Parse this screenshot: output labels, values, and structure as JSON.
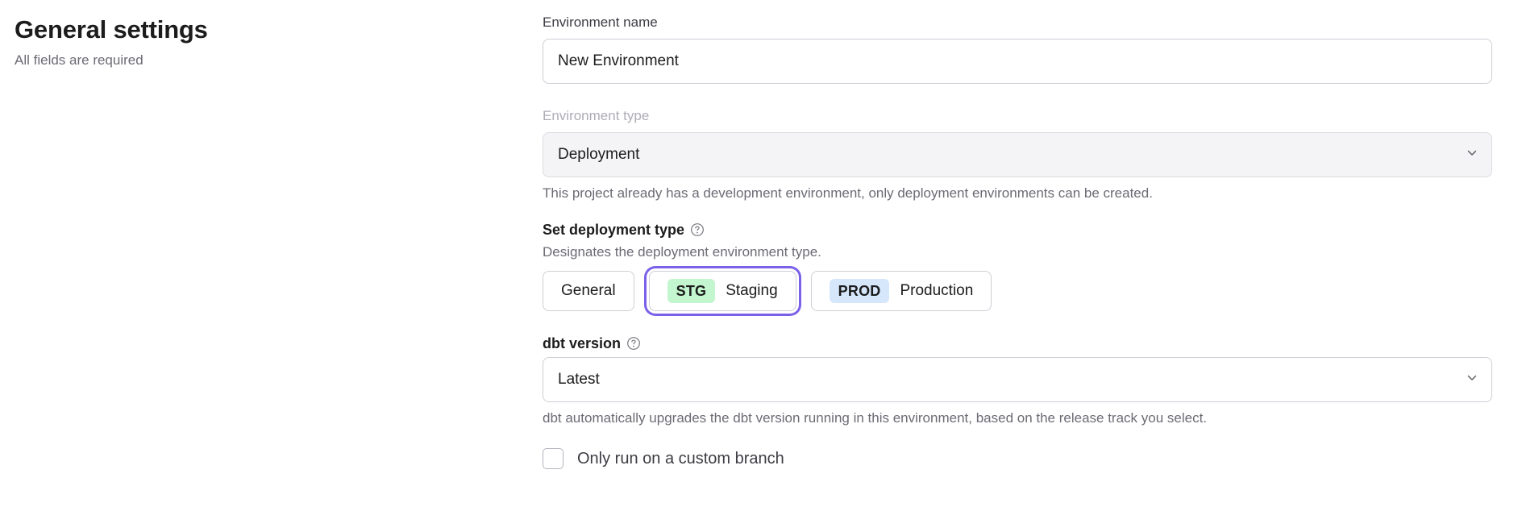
{
  "header": {
    "title": "General settings",
    "subtitle": "All fields are required"
  },
  "form": {
    "environment_name": {
      "label": "Environment name",
      "value": "New Environment",
      "placeholder": "Environment name"
    },
    "environment_type": {
      "label": "Environment type",
      "value": "Deployment",
      "disabled_note": "This project already has a development environment, only deployment environments can be created.",
      "chevron_icon": "chevron-down-icon"
    },
    "deployment_type": {
      "label": "Set deployment type",
      "help_icon": "help-circle-icon",
      "description": "Designates the deployment environment type.",
      "options": [
        {
          "badge": "",
          "label": "General",
          "selected": false
        },
        {
          "badge": "STG",
          "label": "Staging",
          "selected": true,
          "badge_color": "#c3f5ce"
        },
        {
          "badge": "PROD",
          "label": "Production",
          "selected": false,
          "badge_color": "#d7e7fb"
        }
      ],
      "selected_value": "Staging",
      "focus_ring_color": "#7b61e8"
    },
    "dbt_version": {
      "label": "dbt version",
      "help_icon": "help-circle-icon",
      "value": "Latest",
      "note": "dbt automatically upgrades the dbt version running in this environment, based on the release track you select.",
      "chevron_icon": "chevron-down-icon"
    },
    "custom_branch": {
      "label": "Only run on a custom branch",
      "checked": false
    }
  }
}
